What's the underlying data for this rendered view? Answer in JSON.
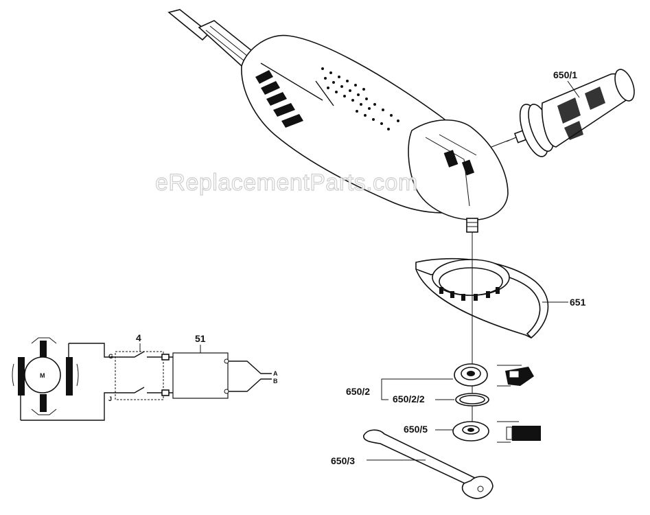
{
  "watermark": "eReplacementParts.com",
  "parts": {
    "grip": "650/1",
    "guard": "651",
    "flange": "650/2",
    "oring": "650/2/2",
    "clamp_nut": "650/5",
    "spanner": "650/3"
  },
  "schematic": {
    "switch_label": "4",
    "filter_label": "51",
    "motor_label": "M",
    "terminals": {
      "g": "G",
      "j": "J",
      "a": "A",
      "b": "B"
    }
  },
  "colors": {
    "ink": "#111111",
    "watermark_outline": "#c9c9c9"
  }
}
